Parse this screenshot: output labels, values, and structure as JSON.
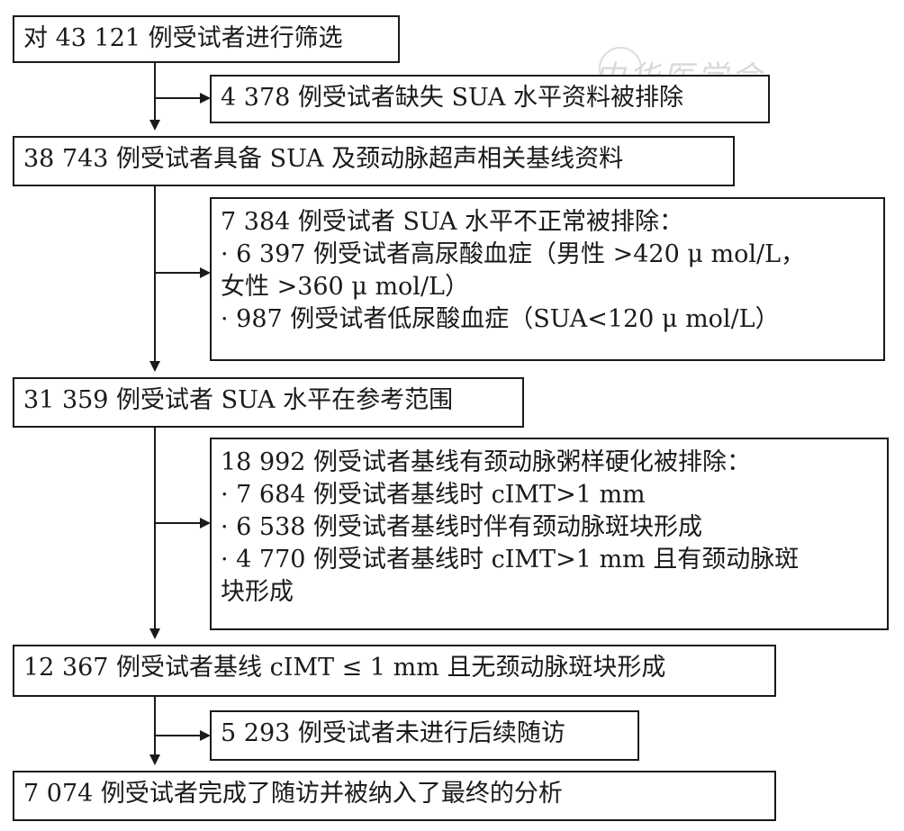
{
  "watermark": {
    "text": "中华医学会"
  },
  "nodes": {
    "screened": {
      "text": "对 43 121 例受试者进行筛选"
    },
    "excl_missing_sua": {
      "text": "4 378 例受试者缺失 SUA 水平资料被排除"
    },
    "with_baseline": {
      "text": "38 743 例受试者具备 SUA 及颈动脉超声相关基线资料"
    },
    "excl_abnormal_sua": {
      "lines": [
        "7 384 例受试者 SUA 水平不正常被排除：",
        "· 6 397 例受试者高尿酸血症（男性 >420 μ mol/L，",
        "女性 >360 μ mol/L）",
        "· 987 例受试者低尿酸血症（SUA<120 μ mol/L）"
      ]
    },
    "sua_in_range": {
      "text": "31 359 例受试者 SUA 水平在参考范围"
    },
    "excl_atherosclerosis": {
      "lines": [
        "18 992 例受试者基线有颈动脉粥样硬化被排除：",
        "· 7 684 例受试者基线时 cIMT>1 mm",
        "· 6 538 例受试者基线时伴有颈动脉斑块形成",
        "· 4 770 例受试者基线时 cIMT>1 mm 且有颈动脉斑",
        "块形成"
      ]
    },
    "no_plaque": {
      "text": "12 367 例受试者基线 cIMT ≤ 1 mm 且无颈动脉斑块形成"
    },
    "excl_lost_followup": {
      "text": "5 293 例受试者未进行后续随访"
    },
    "final_analysis": {
      "text": "7 074 例受试者完成了随访并被纳入了最终的分析"
    }
  }
}
